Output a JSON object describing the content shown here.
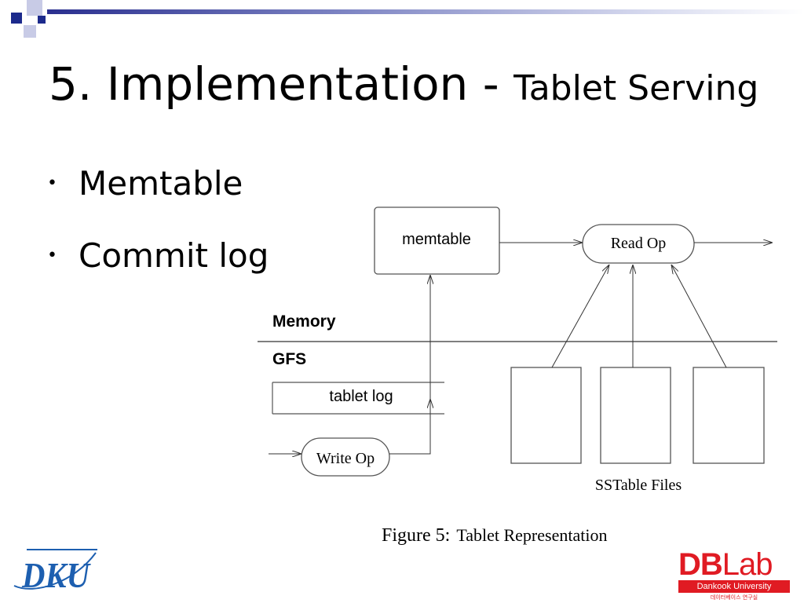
{
  "slide": {
    "title_main": "5. Implementation - ",
    "title_sub": "Tablet Serving",
    "bullets": [
      "Memtable",
      "Commit log"
    ]
  },
  "diagram": {
    "memtable": "memtable",
    "read_op": "Read Op",
    "memory": "Memory",
    "gfs": "GFS",
    "tablet_log": "tablet log",
    "write_op": "Write Op",
    "sstable_files": "SSTable Files",
    "caption_label": "Figure 5:",
    "caption_text": "Tablet Representation"
  },
  "logos": {
    "dku": "DKU",
    "dblab_db": "DB",
    "dblab_lab": "Lab",
    "dblab_university": "Dankook University",
    "dblab_korean": "데이터베이스 연구실"
  },
  "colors": {
    "accent_navy": "#1c2a8c",
    "accent_light": "#c8cbe6",
    "logo_red": "#e01b23",
    "logo_blue": "#1d5fb0"
  }
}
